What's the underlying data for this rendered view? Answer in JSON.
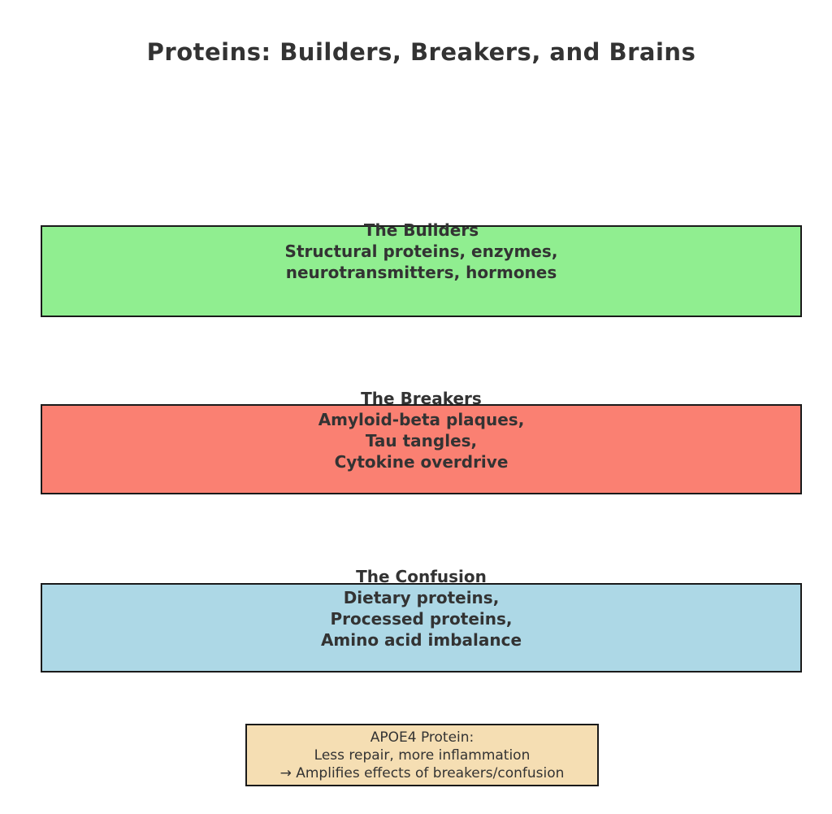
{
  "title": "Proteins: Builders, Breakers, and Brains",
  "sections": [
    {
      "id": "builders",
      "heading": "The Builders",
      "body": [
        "Structural proteins, enzymes,",
        "neurotransmitters, hormones"
      ],
      "fill_color": "#90EE90"
    },
    {
      "id": "breakers",
      "heading": "The Breakers",
      "body": [
        "Amyloid-beta plaques,",
        "Tau tangles,",
        "Cytokine overdrive"
      ],
      "fill_color": "#FA8072"
    },
    {
      "id": "confusion",
      "heading": "The Confusion",
      "body": [
        "Dietary proteins,",
        "Processed proteins,",
        "Amino acid imbalance"
      ],
      "fill_color": "#ADD8E6"
    }
  ],
  "note": {
    "lines": [
      "APOE4 Protein:",
      "Less repair, more inflammation",
      "→ Amplifies effects of breakers/confusion"
    ],
    "fill_color": "#F5DEB3"
  },
  "colors": {
    "text": "#333333",
    "border": "#1a1a1a",
    "background": "#FFFFFF"
  }
}
